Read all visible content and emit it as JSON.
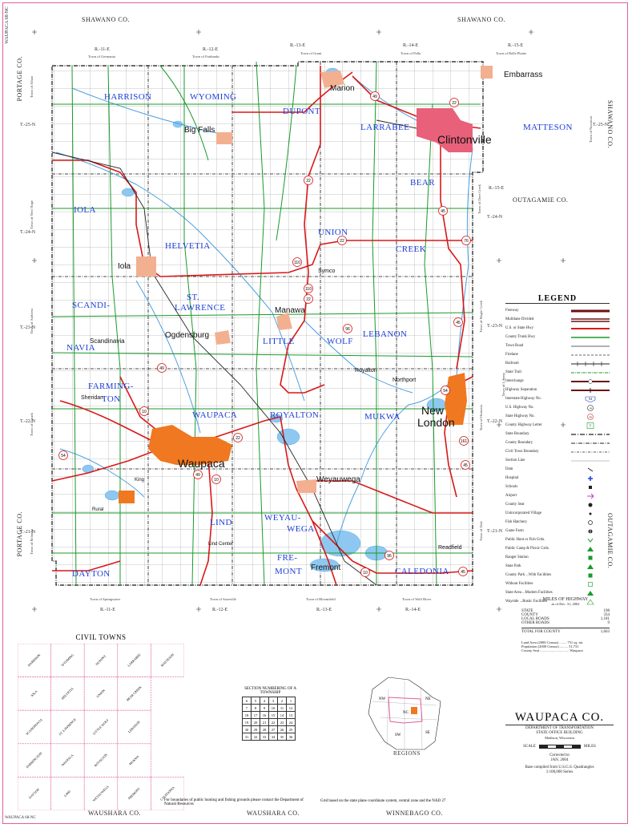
{
  "header": {
    "top_left_vertical": "WAUPACA 68-NC",
    "bottom_left": "WAUPACA 68-NC"
  },
  "border_counties": {
    "north_left": "SHAWANO CO.",
    "north_right": "SHAWANO CO.",
    "west_top": "PORTAGE CO.",
    "west_bottom": "PORTAGE CO.",
    "east_top": "SHAWANO CO.",
    "east_bottom": "OUTAGAMIE CO.",
    "east_mid": "OUTAGAMIE CO.",
    "south_left": "WAUSHARA CO.",
    "south_mid": "WAUSHARA CO.",
    "south_right": "WINNEBAGO CO."
  },
  "ranges_top": [
    "R.-11-E",
    "R.-12-E",
    "R.-13-E",
    "R.-14-E",
    "R.-15-E"
  ],
  "ranges_bottom": [
    "R.-11-E",
    "R.-12-E",
    "R.-13-E",
    "R.-14-E"
  ],
  "outside_towns_top": [
    "Town of Germania",
    "Town of Fairbanks",
    "Town of Grant",
    "Town of Pella",
    "Town of Belle Plaine"
  ],
  "outside_towns_bottom": [
    "Town of Springwater",
    "Town of Saxeville",
    "Town of Bloomfield",
    "Town of Wolf River"
  ],
  "outside_towns_left": [
    "Town of Alban",
    "Town of New Hope",
    "Town of Amherst",
    "Town of Lanark",
    "Town of Belmont"
  ],
  "outside_towns_right": [
    "Town of Navarino",
    "Town of Deer Creek",
    "Town of Maple Creek",
    "Town of Hortonia",
    "Town of Liberty",
    "Town of Dale"
  ],
  "townships": [
    "T.-25-N",
    "T.-24-N",
    "T.-23-N",
    "T.-22-N",
    "T.-21-N"
  ],
  "towns": {
    "harrison": "HARRISON",
    "wyoming": "WYOMING",
    "dupont": "DUPONT",
    "larrabee": "LARRABEE",
    "matteson": "MATTESON",
    "bear": "BEAR",
    "iola": "IOLA",
    "helvetia": "HELVETIA",
    "union": "UNION",
    "creek": "CREEK",
    "scandi": "SCANDI-",
    "navia": "NAVIA",
    "st": "ST.",
    "lawrence": "LAWRENCE",
    "little": "LITTLE",
    "wolf": "WOLF",
    "lebanon": "LEBANON",
    "farming": "FARMING-",
    "ton": "TON",
    "waupaca": "WAUPACA",
    "royalton": "ROYALTON",
    "mukwa": "MUKWA",
    "lind": "LIND",
    "weyau": "WEYAU-",
    "wega": "WEGA",
    "fre": "FRE-",
    "mont": "MONT",
    "dayton": "DAYTON",
    "caledonia": "CALEDONIA"
  },
  "cities": {
    "marion": "Marion",
    "clintonville": "Clintonville",
    "embarrass": "Embarrass",
    "big_falls": "Big Falls",
    "iola": "Iola",
    "manawa": "Manawa",
    "ogdensburg": "Ogdensburg",
    "scandinavia": "Scandinavia",
    "royalton": "Royalton",
    "northport": "Northport",
    "new": "New",
    "london": "London",
    "waupaca": "Waupaca",
    "weyauwega": "Weyauwega",
    "fremont": "Fremont",
    "readfield": "Readfield",
    "sheridan": "Sheridan",
    "symco": "Symco",
    "lind_center": "Lind Center",
    "rural": "Rural",
    "king": "King"
  },
  "highways": [
    "49",
    "22",
    "22",
    "45",
    "76",
    "110",
    "110",
    "22",
    "96",
    "54",
    "45",
    "49",
    "10",
    "22",
    "49",
    "54",
    "10",
    "45",
    "10",
    "96",
    "45",
    "22",
    "161"
  ],
  "legend": {
    "title": "LEGEND",
    "items": [
      "Freeway",
      "Multilane Divided",
      "U.S. or State Hwy",
      "County Trunk Hwy",
      "Town Road",
      "Firelane",
      "Railroad",
      "State Trail",
      "Interchange",
      "Highway Separation",
      "Interstate Highway No.",
      "U.S. Highway No.",
      "State Highway No.",
      "County Highway Letter",
      "State Boundary",
      "County Boundary",
      "Civil Town Boundary",
      "Section Line",
      "Dam",
      "Hospital",
      "Schools",
      "Airport",
      "County Seat",
      "Unincorporated Village",
      "Fish Hatchery",
      "Game Farm",
      "Public Hunt or Fish Grds.",
      "Public Camp & Picnic Grds.",
      "Ranger Station",
      "State Park",
      "County Park ...With Facilities",
      "Without Facilities",
      "State Area ...Modern Facilities",
      "Wayside ...Rustic Facilities"
    ],
    "shields": {
      "interstate": "94",
      "us": "18",
      "state": "59",
      "county": "T"
    }
  },
  "mileage": {
    "title": "MILES OF HIGHWAY",
    "asof": "as of Dec. 31, 2002",
    "rows": [
      {
        "label": "STATE",
        "value": "198"
      },
      {
        "label": "COUNTY",
        "value": "334"
      },
      {
        "label": "LOCAL ROADS",
        "value": "1,181"
      },
      {
        "label": "OTHER ROADS",
        "value": "9"
      }
    ],
    "total_label": "TOTAL FOR COUNTY",
    "total_value": "1,663",
    "land_area": "Land Area (2000 Census) ........ 751 sq. mi.",
    "population": "Population (2000 Census) ......... 51,731",
    "county_seat": "County Seat ................................ Waupaca"
  },
  "civil_towns": {
    "title": "CIVIL TOWNS",
    "cells": [
      "HARRISON",
      "WYOMING",
      "DUPONT",
      "LARRABEE",
      "MATTESON",
      "IOLA",
      "HELVETIA",
      "UNION",
      "BEAR CREEK",
      "",
      "SCANDINAVIA",
      "ST. LAWRENCE",
      "LITTLE WOLF",
      "LEBANON",
      "",
      "FARMINGTON",
      "WAUPACA",
      "ROYALTON",
      "MUKWA",
      "",
      "DAYTON",
      "LIND",
      "WEYAUWEGA",
      "FREMONT",
      "CALEDONIA"
    ]
  },
  "section_numbering": {
    "title": "SECTION NUMBERING OF A TOWNSHIP",
    "rows": [
      [
        "6",
        "5",
        "4",
        "3",
        "2",
        "1"
      ],
      [
        "7",
        "8",
        "9",
        "10",
        "11",
        "12"
      ],
      [
        "18",
        "17",
        "16",
        "15",
        "14",
        "13"
      ],
      [
        "19",
        "20",
        "21",
        "22",
        "23",
        "24"
      ],
      [
        "30",
        "29",
        "28",
        "27",
        "26",
        "25"
      ],
      [
        "31",
        "32",
        "33",
        "34",
        "35",
        "36"
      ]
    ]
  },
  "regions_label": "REGIONS",
  "region_codes": [
    "NW",
    "NE",
    "NC",
    "SW",
    "SE"
  ],
  "notes": {
    "hunting": "For boundaries of public hunting and fishing grounds please contact the Department of Natural Resources",
    "grid": "Grid based on the state plane coordinate system, central zone and the NAD 27"
  },
  "title_block": {
    "name": "WAUPACA CO.",
    "dept": "DEPARTMENT OF TRANSPORTATION",
    "office": "STATE OFFICE BUILDING",
    "city": "Madison, Wisconsin",
    "scale": "SCALE",
    "miles": "MILES",
    "corrected": "Corrected to",
    "date": "JAN. 2004",
    "base": "Base compiled from U.S.G.S. Quadrangles",
    "series": "1:100,000 Series"
  },
  "colors": {
    "town_blue": "#1f3fd6",
    "highway_red": "#d81818",
    "county_road_green": "#1a9a2a",
    "urban_pink": "#e8607a",
    "urban_orange": "#f07820",
    "water_blue": "#4a9fe0",
    "frame_pink": "#e0609a"
  }
}
